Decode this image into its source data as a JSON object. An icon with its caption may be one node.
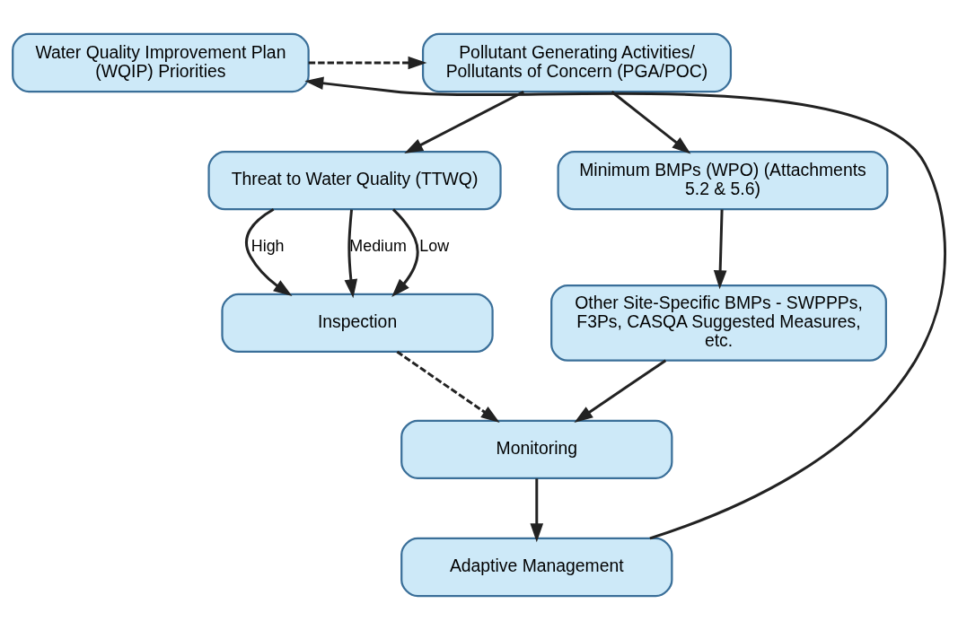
{
  "diagram": {
    "nodes": [
      {
        "text": [
          "Pollutant Generating Activities/ Pollutants of Concern (PGA/POC)"
        ]
      },
      {
        "text": [
          "Water Quality Improvement Plan (WQIP) Priorities"
        ]
      },
      {
        "text": [
          "Threat to Water Quality (TTWQ)"
        ]
      },
      {
        "text": [
          "Inspection"
        ]
      },
      {
        "text": [
          "Minimum BMPs (WPO) (Attachments 5.2 & 5.6)"
        ]
      },
      {
        "text": [
          "Other Site-Specific BMPs - SWPPPs, F3Ps, CASQA Suggested Measures, etc."
        ]
      },
      {
        "text": [
          "Monitoring"
        ]
      },
      {
        "text": [
          "Adaptive Management"
        ]
      }
    ],
    "edges": [
      {
        "from": 1,
        "to": 0,
        "arrow": "to",
        "style": "dashed"
      },
      {
        "from": 0,
        "to": 2,
        "arrow": "to"
      },
      {
        "from": 0,
        "to": 4,
        "arrow": "to"
      },
      {
        "from": 2,
        "to": 3,
        "arrow": "to",
        "label": "High"
      },
      {
        "from": 2,
        "to": 3,
        "arrow": "to",
        "label": "Medium"
      },
      {
        "from": 2,
        "to": 3,
        "arrow": "to",
        "label": "Low"
      },
      {
        "from": 4,
        "to": 5,
        "arrow": "to"
      },
      {
        "from": 5,
        "to": 6,
        "arrow": "to"
      },
      {
        "from": 3,
        "to": 6,
        "arrow": "to",
        "style": "dashed"
      },
      {
        "from": 6,
        "to": 7,
        "arrow": "to"
      },
      {
        "from": 7,
        "to": 1,
        "arrow": "to"
      }
    ]
  }
}
